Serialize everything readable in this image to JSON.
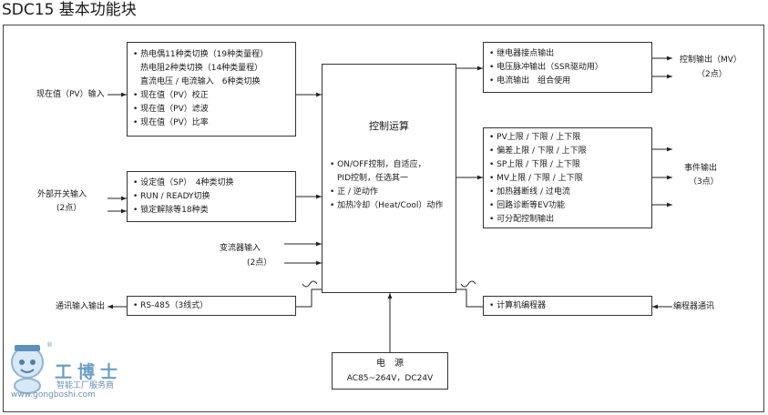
{
  "title": "SDC15 基本功能块",
  "inputs_block": {
    "lines": [
      "• 热电偶11种类切换（19种类量程）",
      "热电阻2种类切换（14种类量程）",
      "直流电压 / 电流输入　6种类切换",
      "• 现在值（PV）校正",
      "• 现在值（PV）滤波",
      "• 现在值（PV）比率"
    ]
  },
  "external_block": {
    "lines": [
      "• 设定值（SP）　4种类切换",
      "• RUN / READY切换",
      "• 锁定解除等18种类"
    ]
  },
  "comm_block": {
    "lines": [
      "• RS-485（3线式）"
    ]
  },
  "control_block": {
    "title": "控制运算",
    "lines": [
      "• ON/OFF控制，自适应，",
      "PID控制，任选其一",
      "• 正 / 逆动作",
      "• 加热冷却（Heat/Cool）动作"
    ]
  },
  "power_block": {
    "title": "电　源",
    "spec": "AC85~264V，DC24V"
  },
  "output_block": {
    "lines": [
      "• 继电器接点输出",
      "• 电压脉冲输出（SSR驱动用）",
      "• 电流输出　组合使用"
    ]
  },
  "event_block": {
    "lines": [
      "• PV上限 / 下限 / 上下限",
      "• 偏差上限 / 下限 / 上下限",
      "• SP上限 / 下限 / 上下限",
      "• MV上限 / 下限 / 上下限",
      "• 加热器断线 / 过电流",
      "• 回路诊断等EV功能",
      "• 可分配控制输出"
    ]
  },
  "loader_block": {
    "lines": [
      "• 计算机编程器"
    ]
  },
  "labels": {
    "pv_input": "现在值（PV）输入",
    "ext_switch_1": "外部开关输入",
    "ext_switch_2": "(2点）",
    "ct_input_1": "变流器输入",
    "ct_input_2": "(2点）",
    "comm_io": "通讯输入输出",
    "ctrl_out_1": "控制输出（MV）",
    "ctrl_out_2": "（2点）",
    "event_out_1": "事件输出",
    "event_out_2": "（3点）",
    "loader_comm": "编程器通讯"
  },
  "logo": {
    "name": "工博士",
    "tagline": "智能工厂服务商",
    "url": "www.gongboshi.com",
    "reg": "®"
  }
}
